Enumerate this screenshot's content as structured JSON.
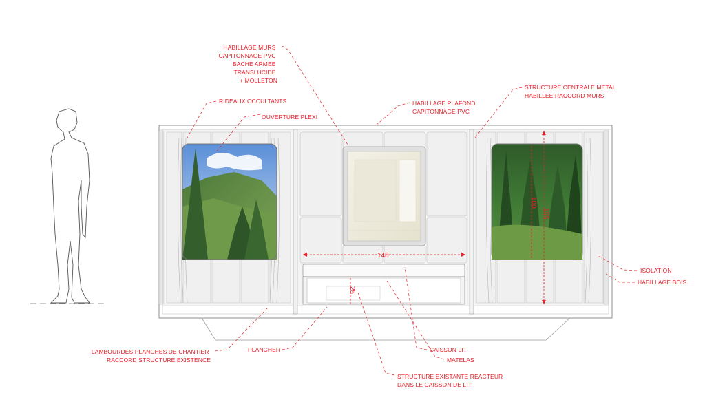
{
  "labels": {
    "habillage_murs": [
      "HABILLAGE MURS",
      "CAPITONNAGE PVC",
      "BACHE ARMEE",
      "TRANSLUCIDE",
      "+ MOLLETON"
    ],
    "rideaux": "RIDEAUX OCCULTANTS",
    "ouverture": "OUVERTURE PLEXI",
    "habillage_plafond": [
      "HABILLAGE PLAFOND",
      "CAPITONNAGE PVC"
    ],
    "structure_centrale": [
      "STRUCTURE CENTRALE METAL",
      "HABILLEE RACCORD MURS"
    ],
    "isolation": "ISOLATION",
    "habillage_bois": "HABILLAGE BOIS",
    "lambourdes": [
      "LAMBOURDES PLANCHES DE CHANTIER",
      "RACCORD STRUCTURE EXISTENCE"
    ],
    "plancher": "PLANCHER",
    "caisson_lit": "CAISSON LIT",
    "matelas": "MATELAS",
    "structure_existante": [
      "STRUCTURE EXISTANTE REACTEUR",
      "DANS LE CAISSON DE LIT"
    ]
  },
  "dimensions": {
    "width_140": "140",
    "height_25": "25",
    "height_100": "100",
    "height_155": "155"
  },
  "icons": {
    "person": "human-silhouette-icon"
  },
  "colors": {
    "annotation": "#e8202a",
    "frame": "#9a9a9a"
  }
}
